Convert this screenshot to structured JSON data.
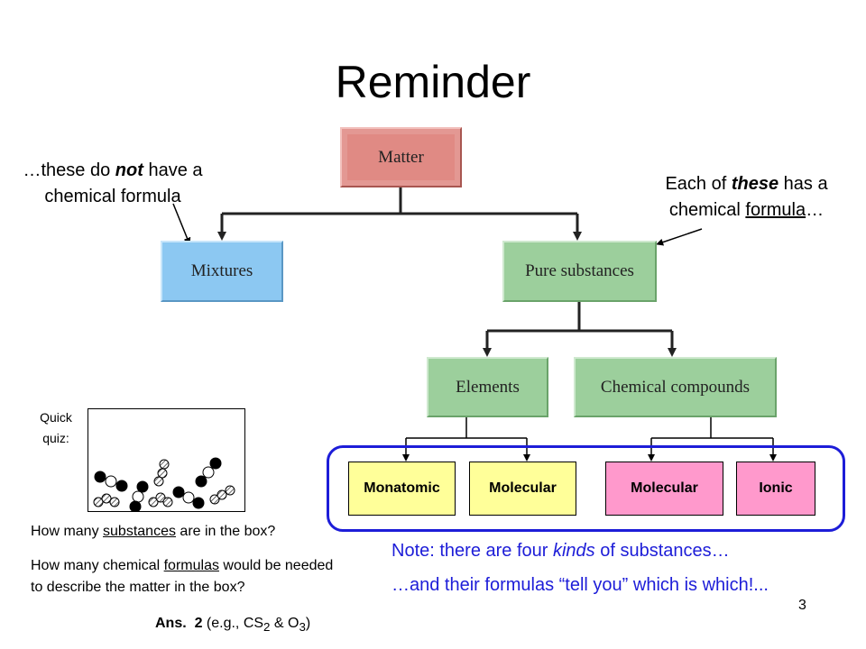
{
  "title": "Reminder",
  "nodes": {
    "matter": "Matter",
    "mixtures": "Mixtures",
    "pure": "Pure substances",
    "elements": "Elements",
    "compounds": "Chemical compounds"
  },
  "kinds": [
    "Monatomic",
    "Molecular",
    "Molecular",
    "Ionic"
  ],
  "left_note": {
    "pre": "…these do ",
    "emph": "not",
    "post": " have a chemical formula"
  },
  "right_note": {
    "pre": "Each of ",
    "emph": "these",
    "mid": " has a chemical ",
    "u": "formula",
    "post": "…"
  },
  "note1": {
    "pre": "Note:  there are four ",
    "emph": "kinds",
    "post": " of substances…"
  },
  "note2": {
    "pre": "…and their formulas “tell you” which is which!",
    "bold": "!",
    "post": "..."
  },
  "quiz": {
    "label": "Quick quiz:",
    "q1_pre": "How many ",
    "q1_u": "substances",
    "q1_post": " are in the box?",
    "q2_pre": "How many chemical ",
    "q2_u": "formulas",
    "q2_post": " would be needed to describe the matter in the box?",
    "ans_label": "Ans.",
    "ans_value": "2",
    "ans_detail_pre": " (e.g., CS",
    "ans_sub1": "2",
    "ans_mid": " & O",
    "ans_sub2": "3",
    "ans_post": ")"
  },
  "page_number": "3",
  "colors": {
    "accent_blue": "#1d1dd8",
    "matter": "#e08a84",
    "mixtures": "#8cc8f2",
    "pure": "#9ccf9c",
    "yellow": "#ffff99",
    "pink": "#ff99cc"
  }
}
